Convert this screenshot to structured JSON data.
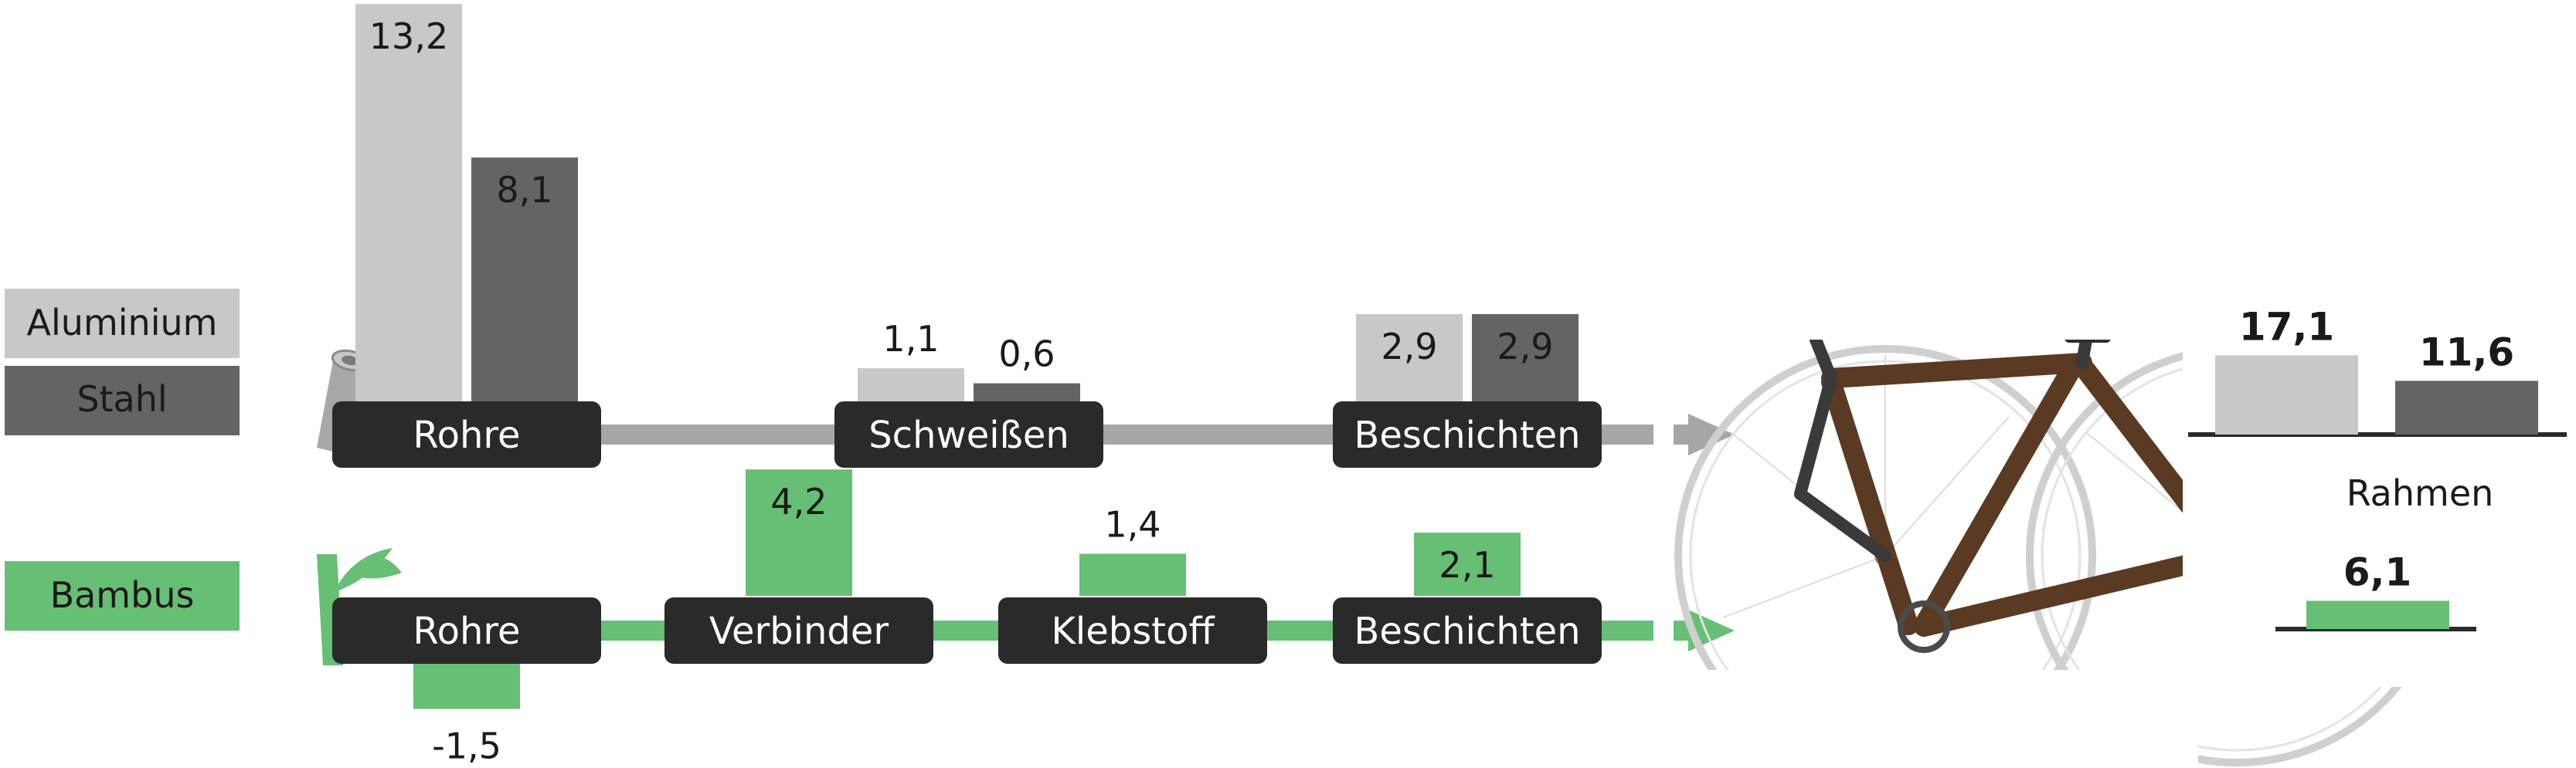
{
  "colors": {
    "aluminium": "#c8c8c8",
    "steel": "#646464",
    "bamboo": "#66bf74",
    "box": "#2a2a2a",
    "arrow_gray": "#a6a6a6",
    "arrow_green": "#66bf74"
  },
  "legend": {
    "aluminium": "Aluminium",
    "steel": "Stahl",
    "bamboo": "Bambus"
  },
  "chart_data": {
    "type": "bar",
    "metal_steps": [
      {
        "label": "Rohre",
        "aluminium": 13.2,
        "steel": 8.1,
        "aluminium_label": "13,2",
        "steel_label": "8,1"
      },
      {
        "label": "Schweißen",
        "aluminium": 1.1,
        "steel": 0.6,
        "aluminium_label": "1,1",
        "steel_label": "0,6"
      },
      {
        "label": "Beschichten",
        "aluminium": 2.9,
        "steel": 2.9,
        "aluminium_label": "2,9",
        "steel_label": "2,9"
      }
    ],
    "bamboo_steps": [
      {
        "label": "Rohre",
        "value": -1.5,
        "value_label": "-1,5"
      },
      {
        "label": "Verbinder",
        "value": 4.2,
        "value_label": "4,2"
      },
      {
        "label": "Klebstoff",
        "value": 1.4,
        "value_label": "1,4"
      },
      {
        "label": "Beschichten",
        "value": 2.1,
        "value_label": "2,1"
      }
    ],
    "frame_totals": {
      "label": "Rahmen",
      "aluminium": 17.1,
      "aluminium_label": "17,1",
      "steel": 11.6,
      "steel_label": "11,6",
      "bamboo": 6.1,
      "bamboo_label": "6,1"
    }
  },
  "icons": {
    "tube": "tube-icon",
    "bamboo": "bamboo-shoot-icon",
    "bicycle": "bamboo-bicycle-image"
  }
}
